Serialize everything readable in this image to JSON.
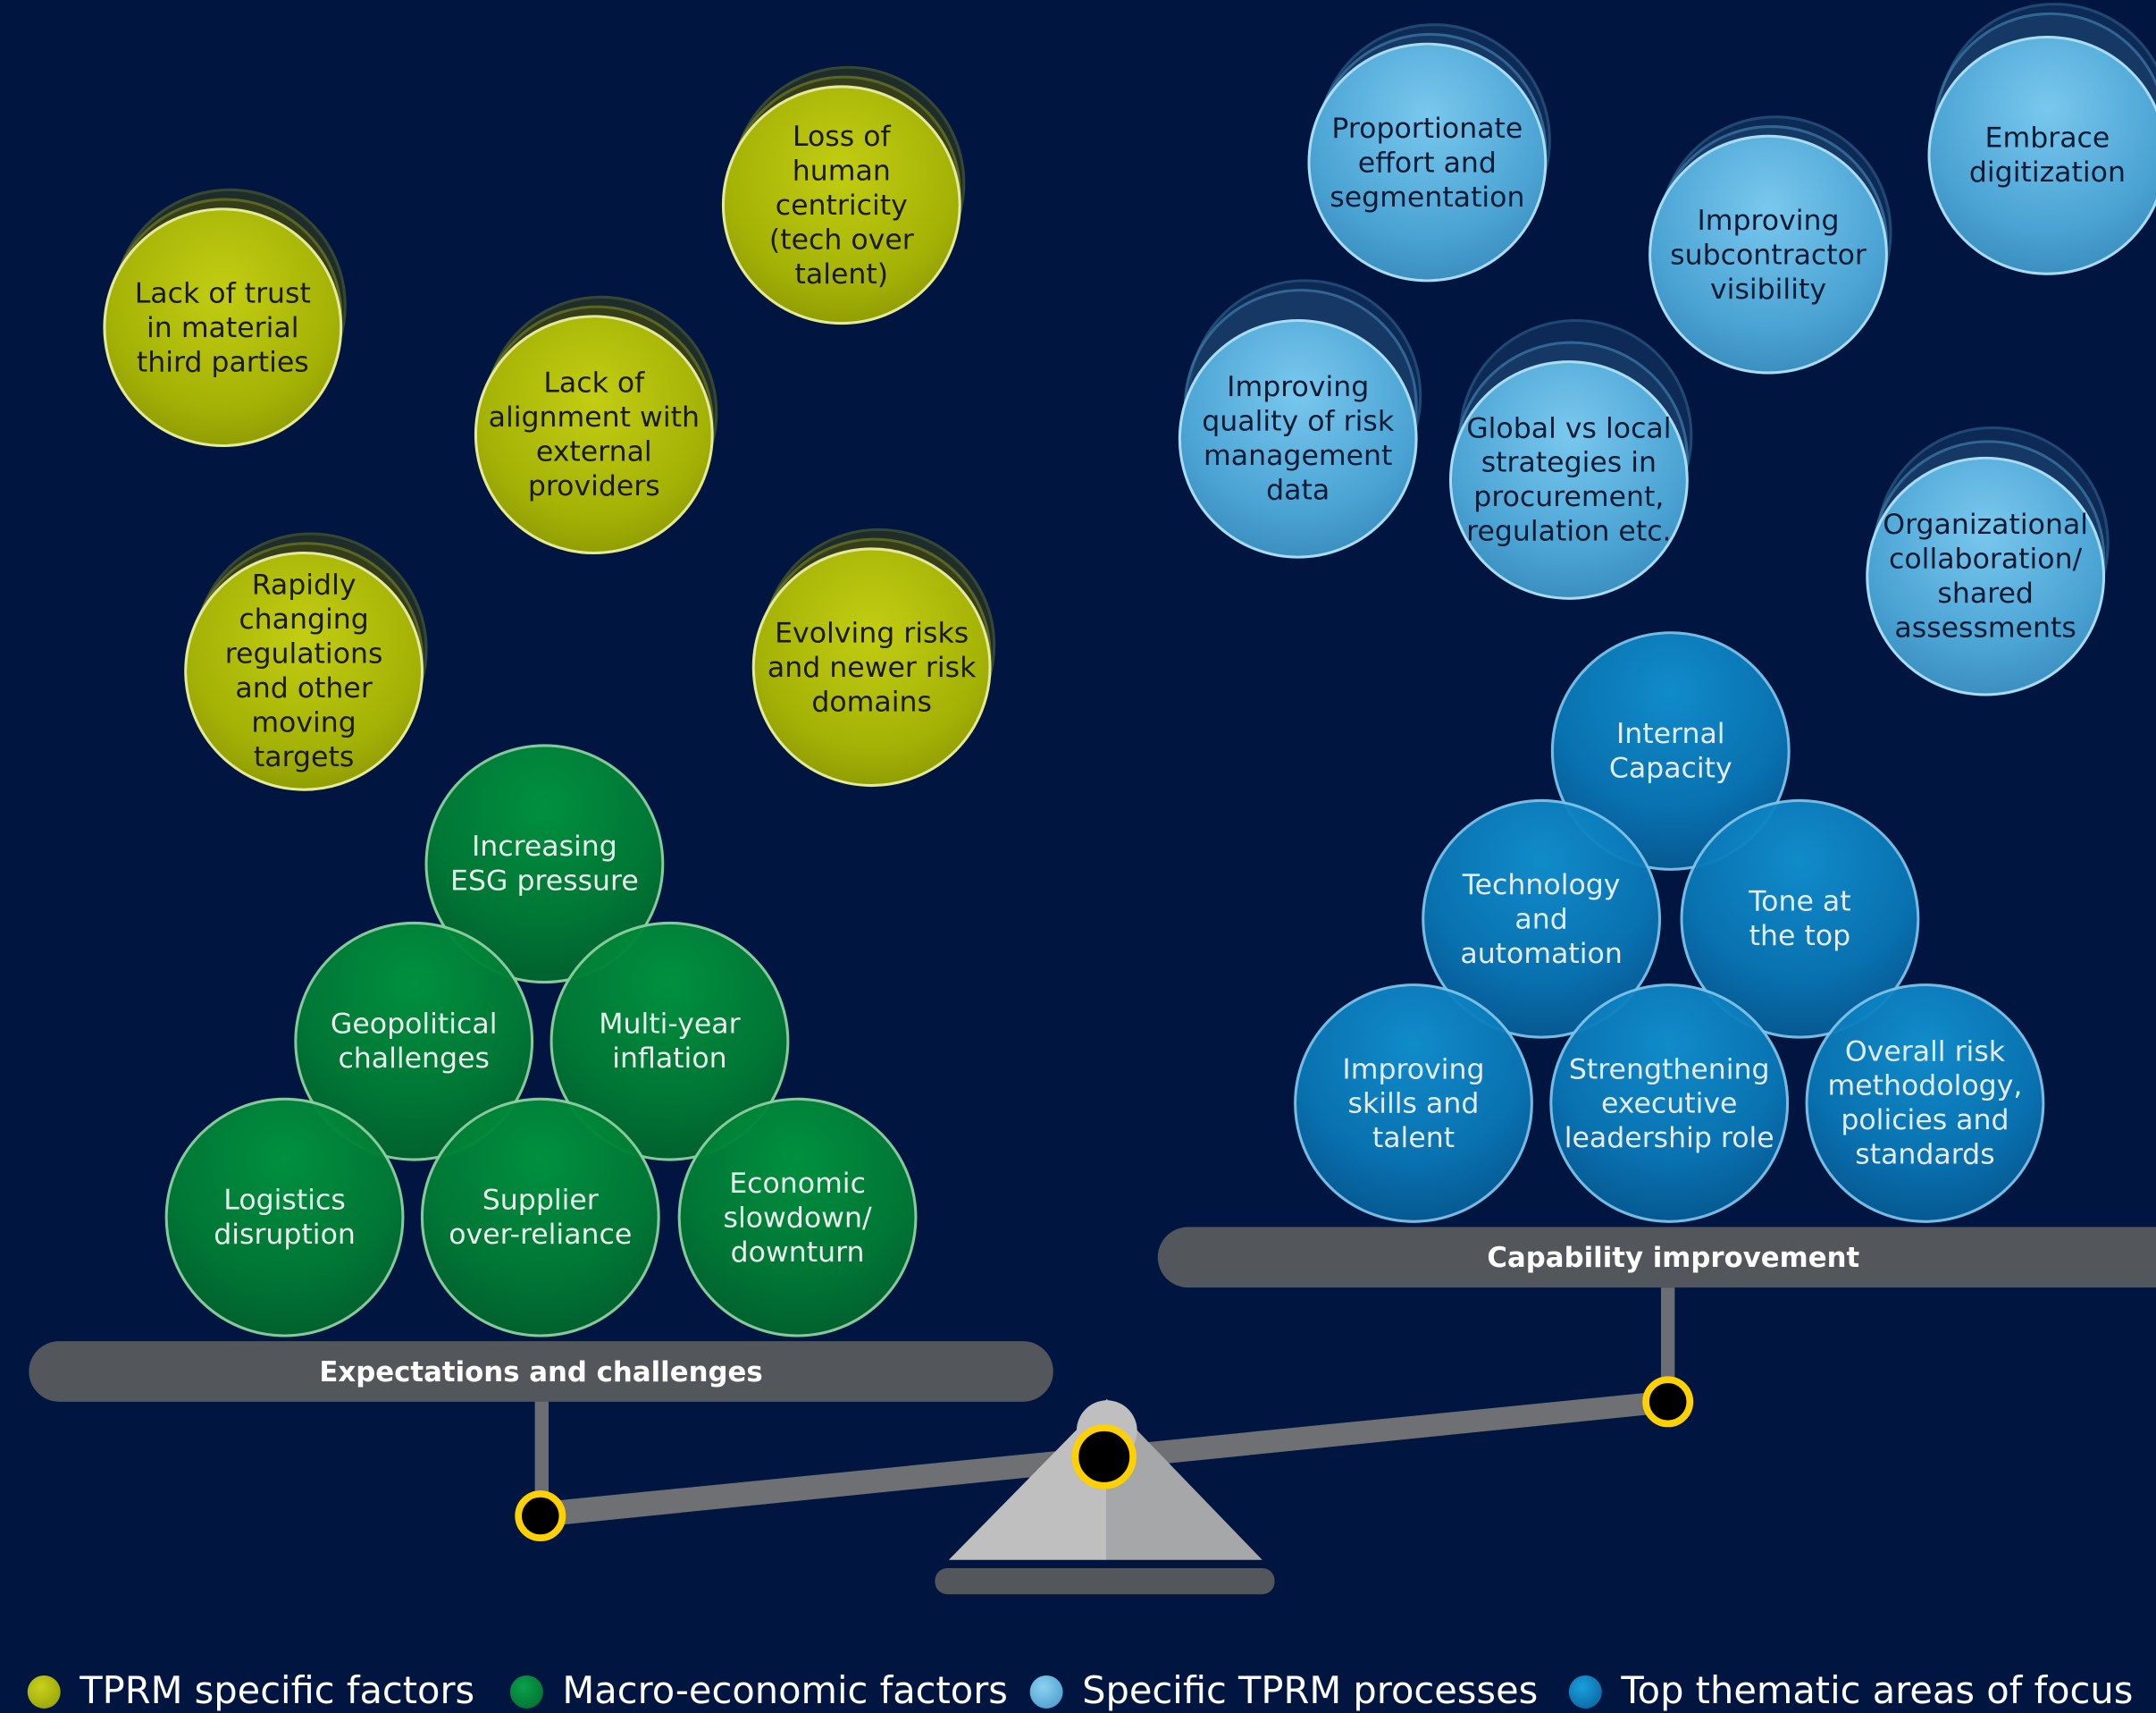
{
  "colors": {
    "background": "#001641",
    "tprm_specific": "#a7b40a",
    "macro_economic": "#00853a",
    "specific_processes": "#5fb3e0",
    "thematic_areas": "#0a7dbf",
    "beam": "#53565a",
    "pivot_ring": "#ffd100"
  },
  "left_pan": {
    "label": "Expectations and challenges",
    "tprm_specific": [
      "Lack of trust\nin material\nthird parties",
      "Loss of\nhuman\ncentricity\n(tech over\ntalent)",
      "Lack of\nalignment with\nexternal\nproviders",
      "Rapidly\nchanging\nregulations\nand other\nmoving\ntargets",
      "Evolving risks\nand newer risk\ndomains"
    ],
    "macro_economic": [
      "Increasing\nESG pressure",
      "Geopolitical\nchallenges",
      "Multi-year\ninflation",
      "Logistics\ndisruption",
      "Supplier\nover-reliance",
      "Economic\nslowdown/\ndownturn"
    ]
  },
  "right_pan": {
    "label": "Capability improvement",
    "specific_processes": [
      "Proportionate\neffort and\nsegmentation",
      "Embrace\ndigitization",
      "Improving\nsubcontractor\nvisibility",
      "Improving\nquality of risk\nmanagement\ndata",
      "Global vs local\nstrategies in\nprocurement,\nregulation etc.",
      "Organizational\ncollaboration/\nshared\nassessments"
    ],
    "thematic_areas": [
      "Internal\nCapacity",
      "Technology\nand\nautomation",
      "Tone at\nthe top",
      "Improving\nskills and\ntalent",
      "Strengthening\nexecutive\nleadership role",
      "Overall risk\nmethodology,\npolicies and\nstandards"
    ]
  },
  "legend": [
    {
      "label": "TPRM specific factors",
      "color": "#a7b40a"
    },
    {
      "label": "Macro-economic factors",
      "color": "#00853a"
    },
    {
      "label": "Specific TPRM processes",
      "color": "#5fb3e0"
    },
    {
      "label": "Top thematic areas of focus",
      "color": "#0a7dbf"
    }
  ]
}
